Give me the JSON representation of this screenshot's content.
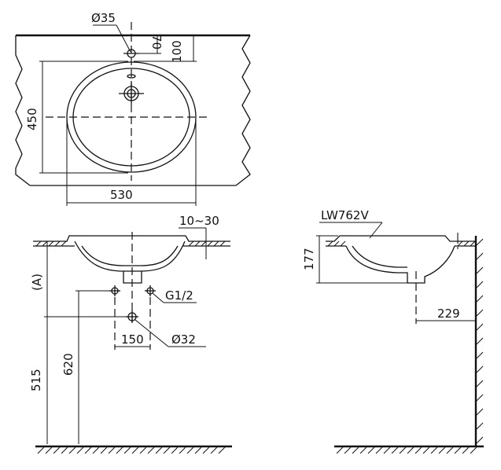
{
  "labels": {
    "tap_hole_diameter": "Ø35",
    "dim_70": "70",
    "dim_100": "100",
    "depth_450": "450",
    "width_530": "530",
    "counter_thickness": "10~30",
    "side_a": "(A)",
    "supply_thread": "G1/2",
    "supply_spacing": "150",
    "drain_diameter": "Ø32",
    "height_515": "515",
    "height_620": "620",
    "model": "LW762V",
    "basin_depth_177": "177",
    "wall_offset_229": "229"
  }
}
